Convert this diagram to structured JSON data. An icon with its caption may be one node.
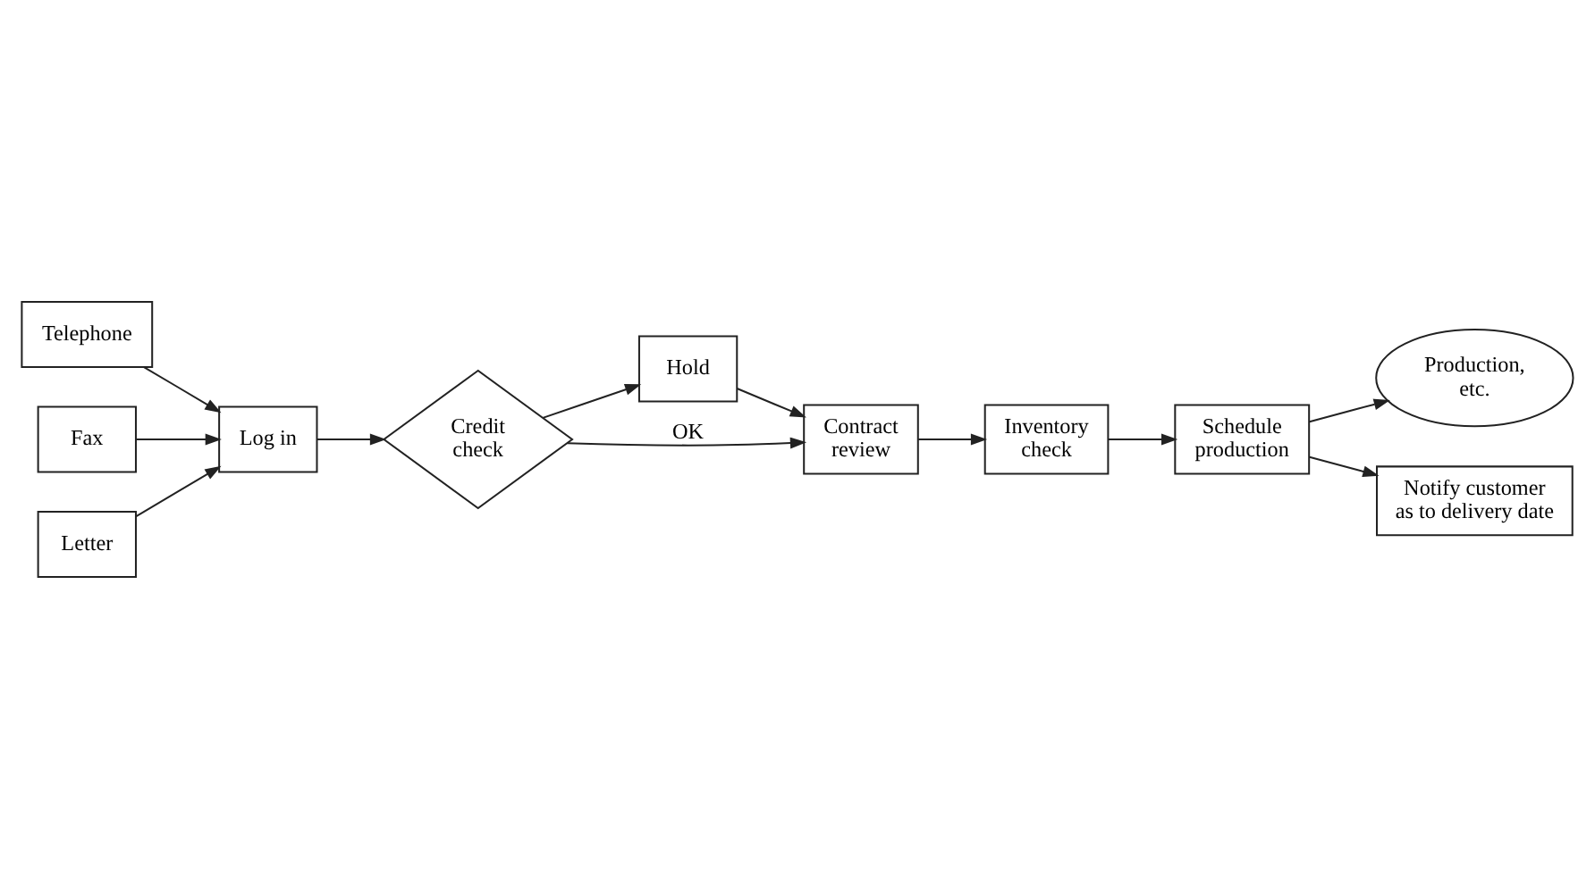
{
  "diagram": {
    "nodes": [
      {
        "text": [
          "Telephone"
        ]
      },
      {
        "text": [
          "Fax"
        ]
      },
      {
        "text": [
          "Letter"
        ]
      },
      {
        "text": [
          "Log in"
        ]
      },
      {
        "text": [
          "Credit check"
        ]
      },
      {
        "text": [
          "Hold"
        ]
      },
      {
        "text": [
          "Contract review"
        ]
      },
      {
        "text": [
          "Inventory check"
        ]
      },
      {
        "text": [
          "Schedule production"
        ]
      },
      {
        "text": [
          "Production, etc."
        ]
      },
      {
        "text": [
          "Notify customer as to delivery date"
        ]
      }
    ],
    "edges": [
      {
        "from": 0,
        "to": 3,
        "arrow": "to"
      },
      {
        "from": 1,
        "to": 3,
        "arrow": "to"
      },
      {
        "from": 2,
        "to": 3,
        "arrow": "to"
      },
      {
        "from": 3,
        "to": 4,
        "arrow": "to"
      },
      {
        "from": 4,
        "to": 5,
        "arrow": "to"
      },
      {
        "from": 4,
        "to": 6,
        "arrow": "to",
        "label": "OK"
      },
      {
        "from": 5,
        "to": 6,
        "arrow": "to"
      },
      {
        "from": 6,
        "to": 7,
        "arrow": "to"
      },
      {
        "from": 7,
        "to": 8,
        "arrow": "to"
      },
      {
        "from": 8,
        "to": 9,
        "arrow": "to"
      },
      {
        "from": 8,
        "to": 10,
        "arrow": "to"
      }
    ]
  }
}
